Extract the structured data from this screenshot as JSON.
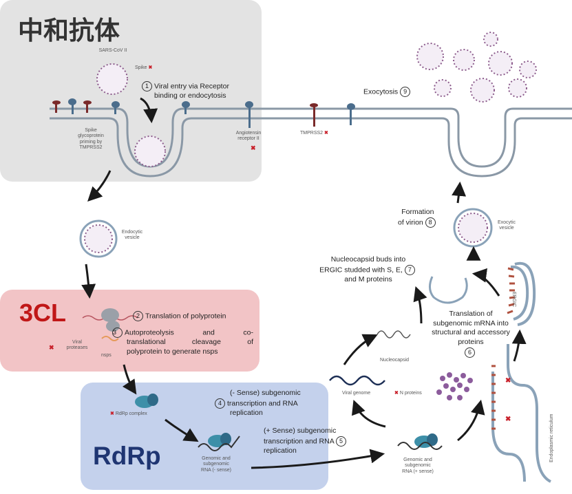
{
  "panels": {
    "antibody": "中和抗体",
    "protease": "3CL",
    "polymerase": "RdRp"
  },
  "labels": {
    "sars": "SARS-CoV II",
    "spike": "Spike",
    "spike_gp": [
      "Spike",
      "glycoprotein",
      "priming by",
      "TMPRSS2"
    ],
    "ace2": [
      "Angiotensin",
      "receptor II"
    ],
    "tmprss2": "TMPRSS2",
    "endocytic": [
      "Endocytic",
      "vesicle"
    ],
    "viral_proteases": [
      "Viral",
      "proteases"
    ],
    "nsps": "nsps",
    "rdrp_complex": "RdRp complex",
    "genomic_neg": [
      "Genomic and",
      "subgenomic",
      "RNA (- sense)"
    ],
    "genomic_pos": [
      "Genomic and",
      "subgenomic",
      "RNA (+ sense)"
    ],
    "viral_genome": "Viral genome",
    "n_proteins": "N proteins",
    "nucleocapsid": "Nucleocapsid",
    "exocytic": [
      "Exocytic",
      "vesicle"
    ],
    "ergic": "ERGIC",
    "er": "Endoplasmic reticulum",
    "mark": "✖"
  },
  "steps": {
    "s1": {
      "num": "1",
      "line1": "Viral entry via Receptor",
      "line2": "binding or endocytosis"
    },
    "s2": {
      "num": "2",
      "text": "Translation of polyprotein"
    },
    "s3": {
      "num": "3",
      "line1": "Autoproteolysis and co-",
      "line2": "translational cleavage of",
      "line3": "polyprotein to generate nsps"
    },
    "s4": {
      "num": "4",
      "line1": "(- Sense) subgenomic",
      "line2": "transcription and RNA",
      "line3": "replication"
    },
    "s5": {
      "num": "5",
      "line1": "(+ Sense) subgenomic",
      "line2": "transcription and RNA",
      "line3": "replication"
    },
    "s6": {
      "num": "6",
      "line1": "Translation of",
      "line2": "subgenomic mRNA into",
      "line3": "structural and accessory",
      "line4": "proteins"
    },
    "s7": {
      "num": "7",
      "line1": "Nucleocapsid buds into",
      "line2": "ERGIC studded with S, E,",
      "line3": "and M proteins"
    },
    "s8": {
      "num": "8",
      "line1": "Formation",
      "line2": "of virion"
    },
    "s9": {
      "num": "9",
      "text": "Exocytosis"
    }
  },
  "colors": {
    "antibody_panel": "#e3e3e3",
    "protease_panel": "#f2c4c6",
    "polymerase_panel": "#c4d1ec",
    "protease_title": "#c01717",
    "polymerase_title": "#1f3572",
    "inhibit_mark": "#c8202a"
  }
}
